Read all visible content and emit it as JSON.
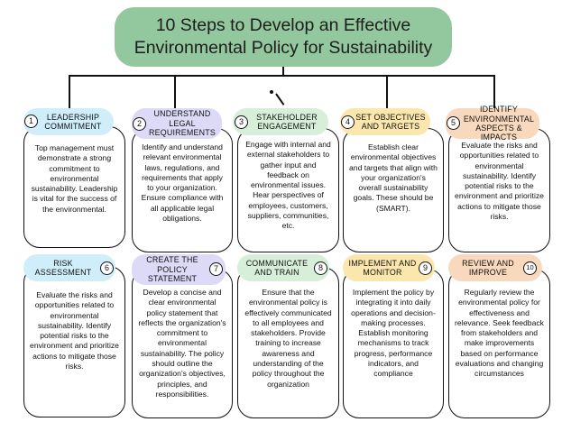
{
  "title": {
    "line1": "10 Steps to Develop an Effective",
    "line2": "Environmental Policy for Sustainability"
  },
  "steps": [
    {
      "number": "1",
      "label": "LEADERSHIP\nCOMMITMENT",
      "text": "Top management must demonstrate a strong commitment to environmental sustainability. Leadership is vital for the success of the environmental."
    },
    {
      "number": "2",
      "label": "UNDERSTAND\nLEGAL\nREQUIREMENTS",
      "text": "Identify and understand relevant environmental laws, regulations, and requirements that apply to your organization. Ensure compliance with all applicable legal obligations."
    },
    {
      "number": "3",
      "label": "STAKEHOLDER\nENGAGEMENT",
      "text": "Engage with internal and external stakeholders to gather input and feedback on environmental issues. Hear perspectives of employees, customers, suppliers, communities, etc."
    },
    {
      "number": "4",
      "label": "SET OBJECTIVES\nAND TARGETS",
      "text": "Establish clear environmental objectives and targets that align with your organization's overall sustainability goals. These should be (SMART)."
    },
    {
      "number": "5",
      "label": "IDENTIFY\nENVIRONMENTAL\nASPECTS & IMPACTS",
      "text": "Evaluate the risks and opportunities related to environmental sustainability. Identify potential risks to the environment and prioritize actions to mitigate those risks."
    },
    {
      "number": "6",
      "label": "RISK\nASSESSMENT",
      "text": "Evaluate the risks and opportunities related to environmental sustainability. Identify potential risks to the environment and prioritize actions to mitigate those risks."
    },
    {
      "number": "7",
      "label": "CREATE THE\nPOLICY\nSTATEMENT",
      "text": "Develop a concise and clear environmental policy statement that reflects the organization's commitment to environmental sustainability. The policy should outline the organization's objectives, principles, and responsibilities."
    },
    {
      "number": "8",
      "label": "COMMUNICATE\nAND TRAIN",
      "text": "Ensure that the environmental policy is effectively communicated to all employees and stakeholders. Provide training to increase awareness and understanding of the policy throughout the organization"
    },
    {
      "number": "9",
      "label": "IMPLEMENT AND\nMONITOR",
      "text": "Implement the policy by integrating it into daily operations and decision-making processes. Establish monitoring mechanisms to track progress, performance indicators, and compliance"
    },
    {
      "number": "10",
      "label": "REVIEW AND\nIMPROVE",
      "text": "Regularly review the environmental policy for effectiveness and relevance. Seek feedback from stakeholders and make improvements based on performance evaluations and changing circumstances"
    }
  ]
}
